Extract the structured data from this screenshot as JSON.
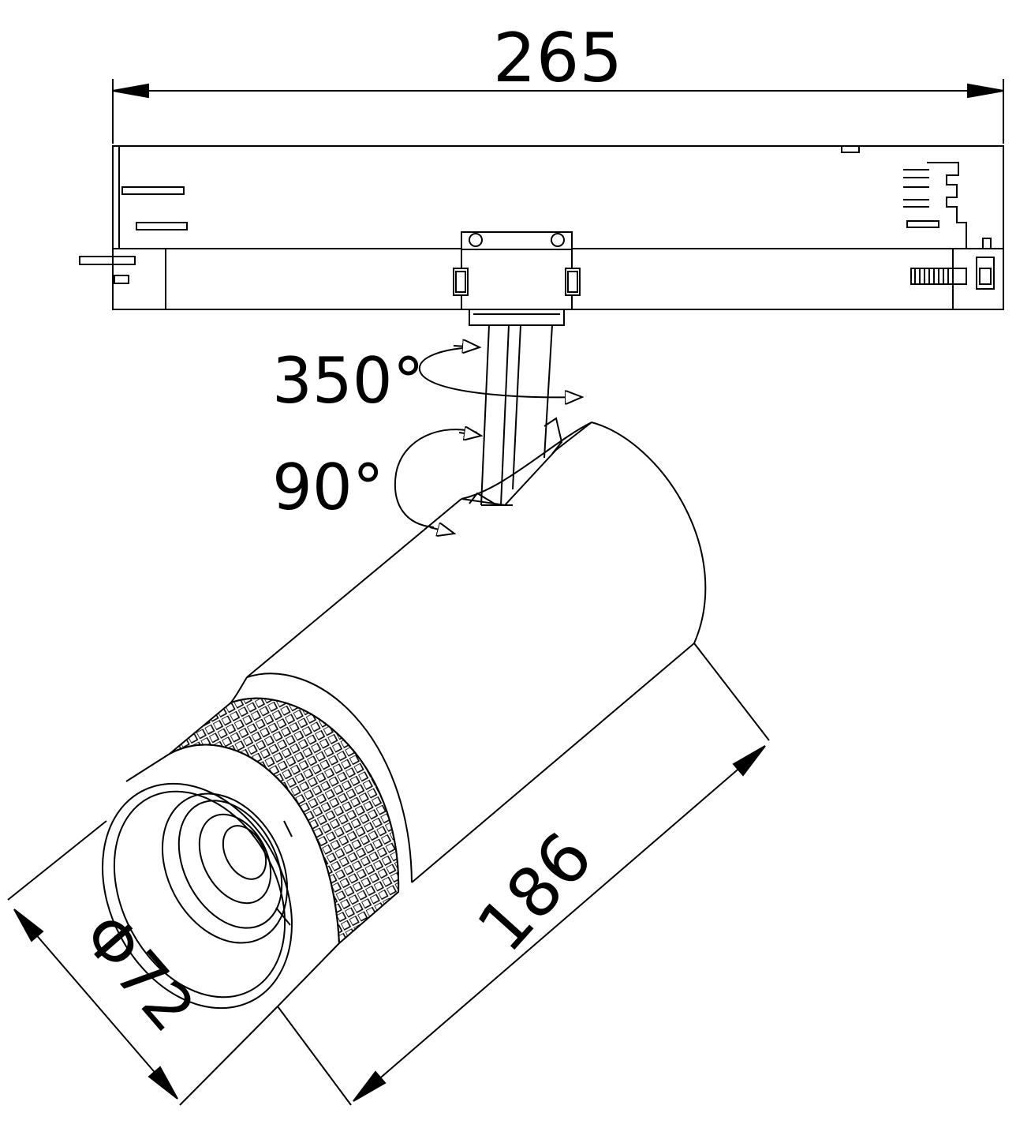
{
  "dimensions": {
    "track_length": "265",
    "body_length": "186",
    "diameter": "Φ72"
  },
  "rotation": {
    "horizontal": "350°",
    "tilt": "90°"
  },
  "colors": {
    "line": "#000000",
    "background": "#ffffff"
  }
}
